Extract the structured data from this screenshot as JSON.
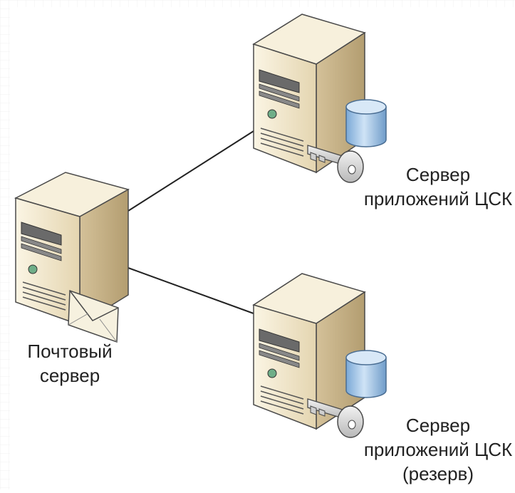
{
  "mail_server": {
    "label_line1": "Почтовый",
    "label_line2": "сервер",
    "icon": "mail-server-icon"
  },
  "app_server_main": {
    "label_line1": "Сервер",
    "label_line2": "приложений ЦСК",
    "icon": "application-server-icon"
  },
  "app_server_backup": {
    "label_line1": "Сервер",
    "label_line2": "приложений ЦСК",
    "label_line3": "(резерв)",
    "icon": "application-server-icon"
  },
  "colors": {
    "server_front": "#efe3c5",
    "server_side": "#c9b48a",
    "server_top": "#f7f0dc",
    "outline": "#4a4a4a",
    "database": "#9cc3e8",
    "key": "#d7d7d7",
    "connector": "#222222"
  }
}
